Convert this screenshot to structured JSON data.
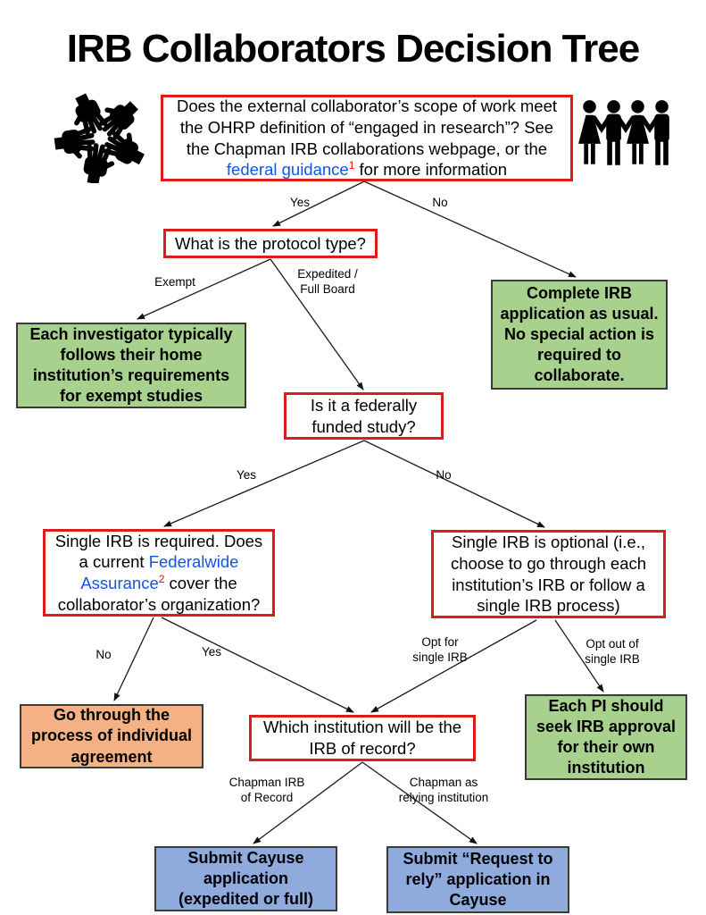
{
  "title": "IRB Collaborators Decision Tree",
  "colors": {
    "result_green": "#a9d18e",
    "result_orange": "#f4b183",
    "result_blue": "#8faadc",
    "question_border_red": "#dd1c1c",
    "link_blue": "#1155e8",
    "footnote_red": "#ff0000"
  },
  "icons": {
    "left": "hands-together-icon",
    "right": "people-group-icon"
  },
  "nodes": {
    "engaged": {
      "before": "Does the external collaborator’s scope of work meet the OHRP definition of “engaged in research”? See the Chapman IRB collaborations webpage, or the ",
      "link": "federal guidance",
      "footnote": "1",
      "after": " for more information"
    },
    "protocol": {
      "text": "What is the protocol type?"
    },
    "exempt_result": {
      "text": "Each investigator typically follows their home institution’s requirements for exempt studies"
    },
    "usual_result": {
      "text": "Complete IRB application as usual. No special action is required to collaborate."
    },
    "funded": {
      "text": "Is it a federally funded study?"
    },
    "sirb_required": {
      "before": "Single IRB is required. Does a current ",
      "link": "Federalwide Assurance",
      "footnote": "2",
      "after": " cover the collaborator’s organization?"
    },
    "sirb_optional": {
      "text": "Single IRB is optional (i.e., choose to go through each institution’s IRB or follow a single IRB process)"
    },
    "agreement_result": {
      "text": "Go through the process of individual agreement"
    },
    "record": {
      "text": "Which institution will be the IRB of record?"
    },
    "each_pi_result": {
      "text": "Each PI should seek IRB approval for their own institution"
    },
    "cayuse_result": {
      "text": "Submit Cayuse application (expedited or full)"
    },
    "rely_result": {
      "text": "Submit “Request to rely” application in Cayuse"
    }
  },
  "edge_labels": {
    "yes1": "Yes",
    "no1": "No",
    "exempt": "Exempt",
    "expedited_full": "Expedited /\nFull Board",
    "yes2": "Yes",
    "no2": "No",
    "no3": "No",
    "yes3": "Yes",
    "opt_for": "Opt for\nsingle IRB",
    "opt_out": "Opt out of\nsingle IRB",
    "chapman_record": "Chapman IRB\nof Record",
    "chapman_relying": "Chapman as\nrelying institution"
  }
}
